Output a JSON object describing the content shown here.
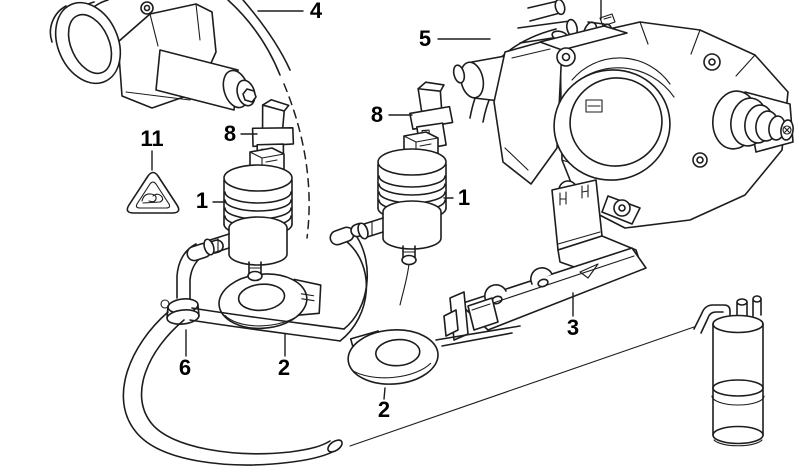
{
  "figure": {
    "type": "automotive-parts-line-drawing",
    "background_color": "#ffffff",
    "line_color": "#1d1d1d",
    "label_color": "#000000",
    "warning_symbol": "consult-manual-warning-triangle",
    "callouts": [
      {
        "label": "4"
      },
      {
        "label": "5"
      },
      {
        "label": "8"
      },
      {
        "label": "8"
      },
      {
        "label": "11"
      },
      {
        "label": "1"
      },
      {
        "label": "1"
      },
      {
        "label": "6"
      },
      {
        "label": "2"
      },
      {
        "label": "2"
      },
      {
        "label": "3"
      }
    ]
  }
}
